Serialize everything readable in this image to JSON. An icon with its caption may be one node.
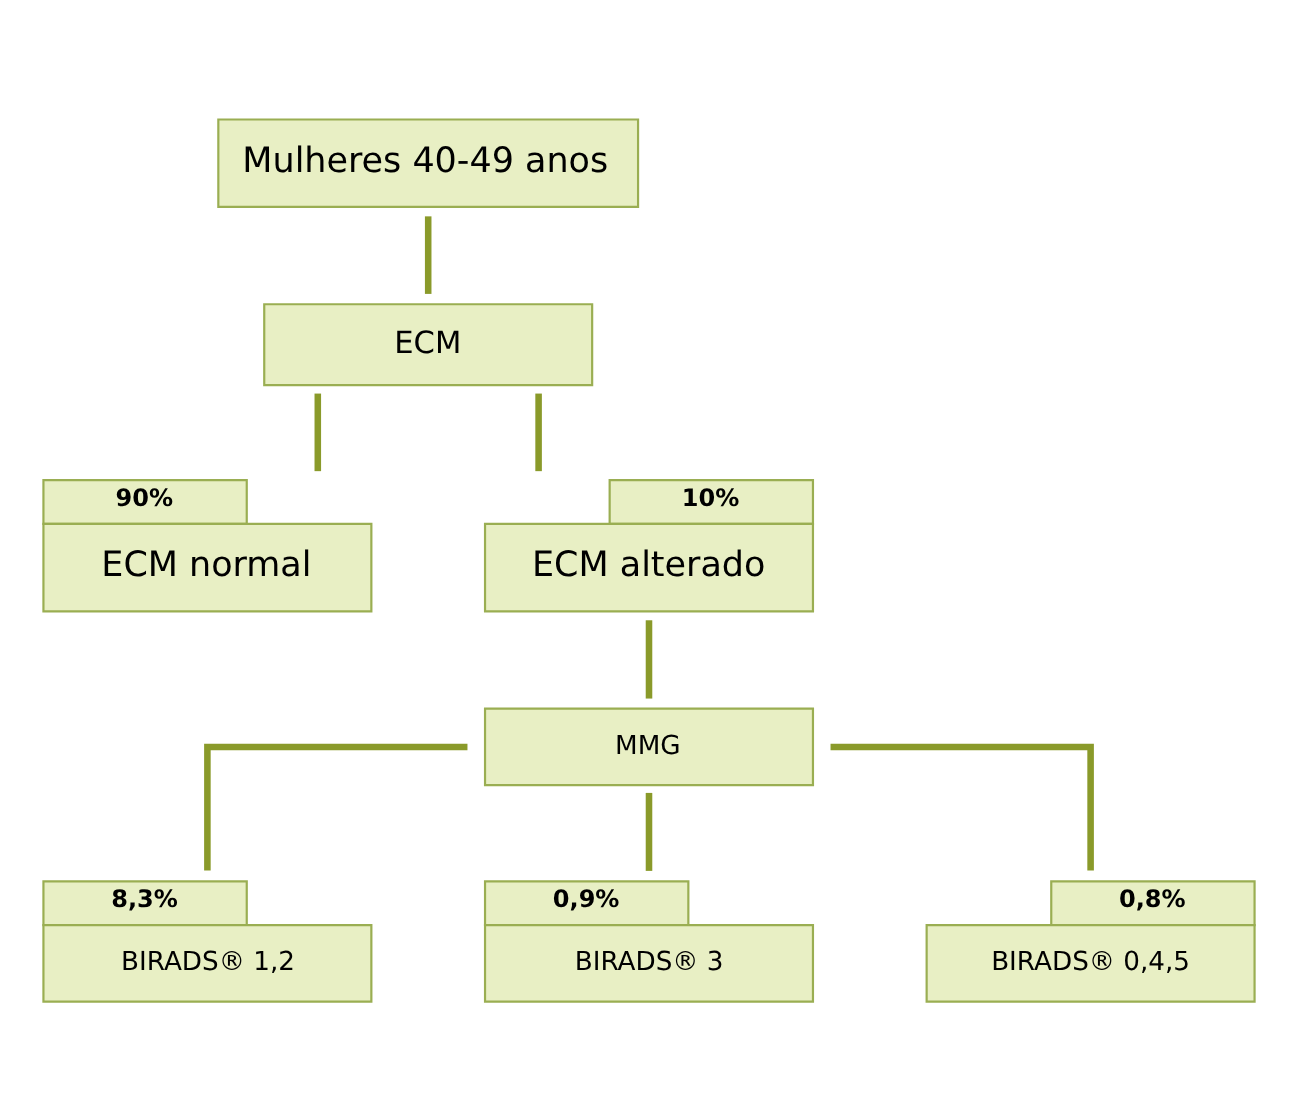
{
  "diagram": {
    "nodes": [
      {
        "text": [
          "Mulheres 40-49 anos"
        ]
      },
      {
        "text": [
          "ECM"
        ]
      },
      {
        "text": [
          "ECM normal"
        ],
        "beside": [
          "90%"
        ]
      },
      {
        "text": [
          "ECM alterado"
        ],
        "beside": [
          "10%"
        ]
      },
      {
        "text": [
          "MMG"
        ]
      },
      {
        "text": [
          "BIRADS® 1,2"
        ],
        "beside": [
          "8,3%"
        ]
      },
      {
        "text": [
          "BIRADS® 3"
        ],
        "beside": [
          "0,9%"
        ]
      },
      {
        "text": [
          "BIRADS® 0,4,5"
        ],
        "beside": [
          "0,8%"
        ]
      }
    ],
    "edges": [
      {
        "from": 0,
        "to": 1,
        "arrow": "none"
      },
      {
        "from": 1,
        "to": 2,
        "arrow": "none"
      },
      {
        "from": 1,
        "to": 3,
        "arrow": "none"
      },
      {
        "from": 3,
        "to": 4,
        "arrow": "none"
      },
      {
        "from": 4,
        "to": 5,
        "arrow": "none"
      },
      {
        "from": 4,
        "to": 6,
        "arrow": "none"
      },
      {
        "from": 4,
        "to": 7,
        "arrow": "none"
      }
    ]
  }
}
